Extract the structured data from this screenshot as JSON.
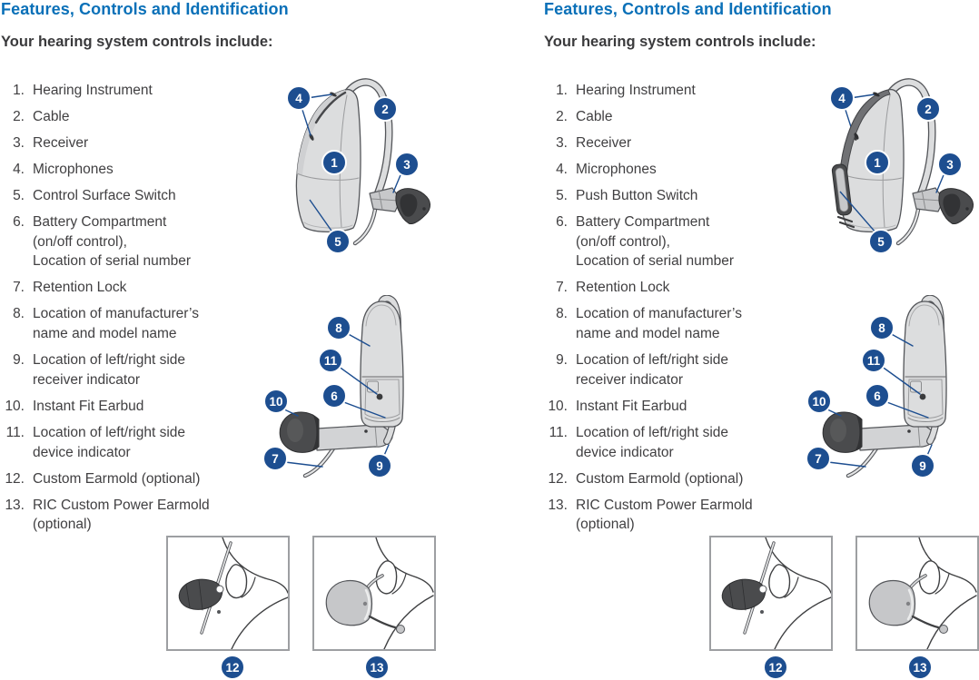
{
  "colors": {
    "heading_blue": "#0a70b8",
    "badge_navy": "#1d4e90",
    "body_text": "#414042",
    "leader_line": "#1d4e90"
  },
  "badges": [
    "1",
    "2",
    "3",
    "4",
    "5",
    "6",
    "7",
    "8",
    "9",
    "10",
    "11",
    "12",
    "13"
  ],
  "columns": [
    {
      "heading": "Features, Controls and Identification",
      "subheading": "Your hearing system controls include:",
      "items": [
        {
          "num": "1.",
          "text": "Hearing Instrument"
        },
        {
          "num": "2.",
          "text": "Cable"
        },
        {
          "num": "3.",
          "text": "Receiver"
        },
        {
          "num": "4.",
          "text": "Microphones"
        },
        {
          "num": "5.",
          "text": "Control Surface Switch"
        },
        {
          "num": "6.",
          "text": "Battery Compartment\n(on/off control),\nLocation of serial number"
        },
        {
          "num": "7.",
          "text": "Retention Lock"
        },
        {
          "num": "8.",
          "text": "Location of manufacturer’s\nname and model name"
        },
        {
          "num": "9.",
          "text": "Location of left/right side\nreceiver indicator"
        },
        {
          "num": "10.",
          "text": "Instant Fit Earbud"
        },
        {
          "num": "11.",
          "text": "Location of left/right side\ndevice indicator"
        },
        {
          "num": "12.",
          "text": "Custom Earmold (optional)"
        },
        {
          "num": "13.",
          "text": "RIC Custom Power Earmold\n(optional)"
        }
      ]
    },
    {
      "heading": "Features, Controls and Identification",
      "subheading": "Your hearing system controls include:",
      "items": [
        {
          "num": "1.",
          "text": "Hearing Instrument"
        },
        {
          "num": "2.",
          "text": "Cable"
        },
        {
          "num": "3.",
          "text": "Receiver"
        },
        {
          "num": "4.",
          "text": "Microphones"
        },
        {
          "num": "5.",
          "text": "Push Button Switch"
        },
        {
          "num": "6.",
          "text": "Battery Compartment\n(on/off control),\nLocation of serial number"
        },
        {
          "num": "7.",
          "text": "Retention Lock"
        },
        {
          "num": "8.",
          "text": "Location of manufacturer’s\nname and model name"
        },
        {
          "num": "9.",
          "text": "Location of left/right side\nreceiver indicator"
        },
        {
          "num": "10.",
          "text": "Instant Fit Earbud"
        },
        {
          "num": "11.",
          "text": "Location of left/right side\ndevice indicator"
        },
        {
          "num": "12.",
          "text": "Custom Earmold (optional)"
        },
        {
          "num": "13.",
          "text": "RIC Custom Power Earmold\n(optional)"
        }
      ]
    }
  ]
}
